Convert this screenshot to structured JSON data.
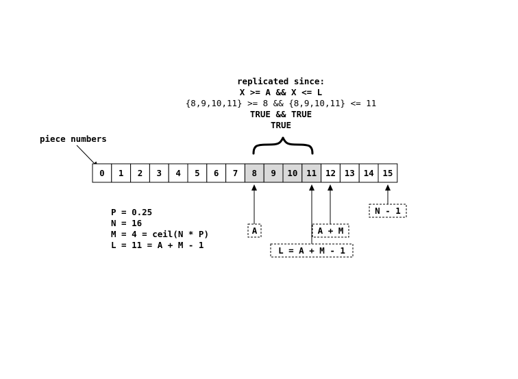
{
  "condition_lines": [
    "replicated since:",
    "X >= A && X <= L",
    "{8,9,10,11} >= 8 && {8,9,10,11} <= 11",
    "TRUE && TRUE",
    "TRUE"
  ],
  "piece_label": "piece numbers",
  "cells": [
    "0",
    "1",
    "2",
    "3",
    "4",
    "5",
    "6",
    "7",
    "8",
    "9",
    "10",
    "11",
    "12",
    "13",
    "14",
    "15"
  ],
  "highlighted": [
    8,
    9,
    10,
    11
  ],
  "formulas": [
    "P = 0.25",
    "N = 16",
    "M = 4 = ceil(N * P)",
    "L = 11 = A + M - 1"
  ],
  "labels": {
    "a": "A",
    "a_plus_m": "A + M",
    "l": "L = A + M - 1",
    "n_minus_1": "N - 1"
  },
  "colors": {
    "highlight_fill": "#d9d9d9",
    "stroke": "#000000",
    "background": "#ffffff"
  }
}
